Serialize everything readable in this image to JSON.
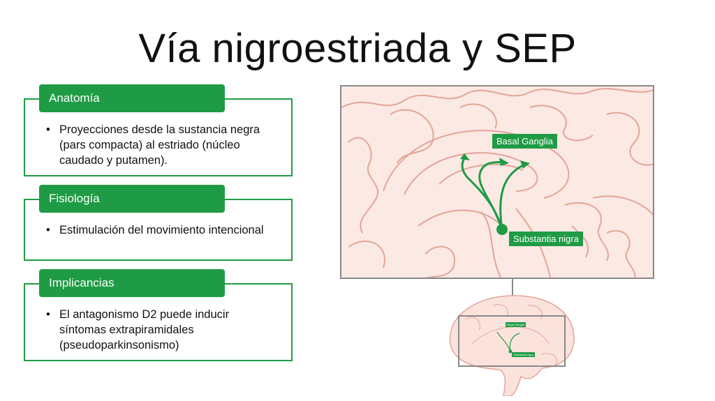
{
  "slide": {
    "title": "Vía nigroestriada y SEP"
  },
  "cards": [
    {
      "heading": "Anatomía",
      "bullet": "•",
      "text": "Proyecciones desde la sustancia negra (pars compacta) al estriado (núcleo caudado y putamen)."
    },
    {
      "heading": "Fisiología",
      "bullet": "•",
      "text": "Estimulación del movimiento intencional"
    },
    {
      "heading": "Implicancias",
      "bullet": "•",
      "text": "El antagonismo D2 puede inducir síntomas extrapiramidales (pseudoparkinsonismo)"
    }
  ],
  "diagram": {
    "label_basal": "Basal Ganglia",
    "label_nigra": "Substantia nigra",
    "colors": {
      "accent": "#1f9b45",
      "brain_fill": "#fbe3dc",
      "brain_line": "#e3a597",
      "frame": "#888888"
    }
  }
}
